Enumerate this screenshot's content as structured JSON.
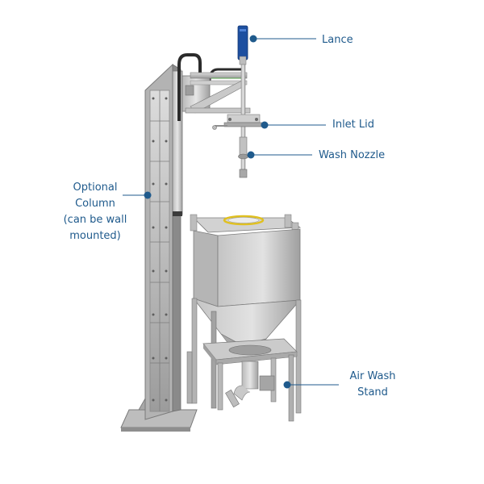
{
  "colors": {
    "accent": "#1f5a8c",
    "steel_light": "#d9d9d9",
    "steel_mid": "#a9a9a9",
    "steel_dark": "#6f6f6f",
    "lance_blue": "#1d4fa0",
    "gasket_yellow": "#e0c020"
  },
  "callouts": {
    "lance": "Lance",
    "inlet_lid": "Inlet Lid",
    "wash_nozzle": "Wash Nozzle",
    "column": [
      "Optional",
      "Column",
      "(can be wall",
      "mounted)"
    ],
    "stand": [
      "Air Wash",
      "Stand"
    ]
  },
  "icons": [
    "callout-dot-icon"
  ]
}
